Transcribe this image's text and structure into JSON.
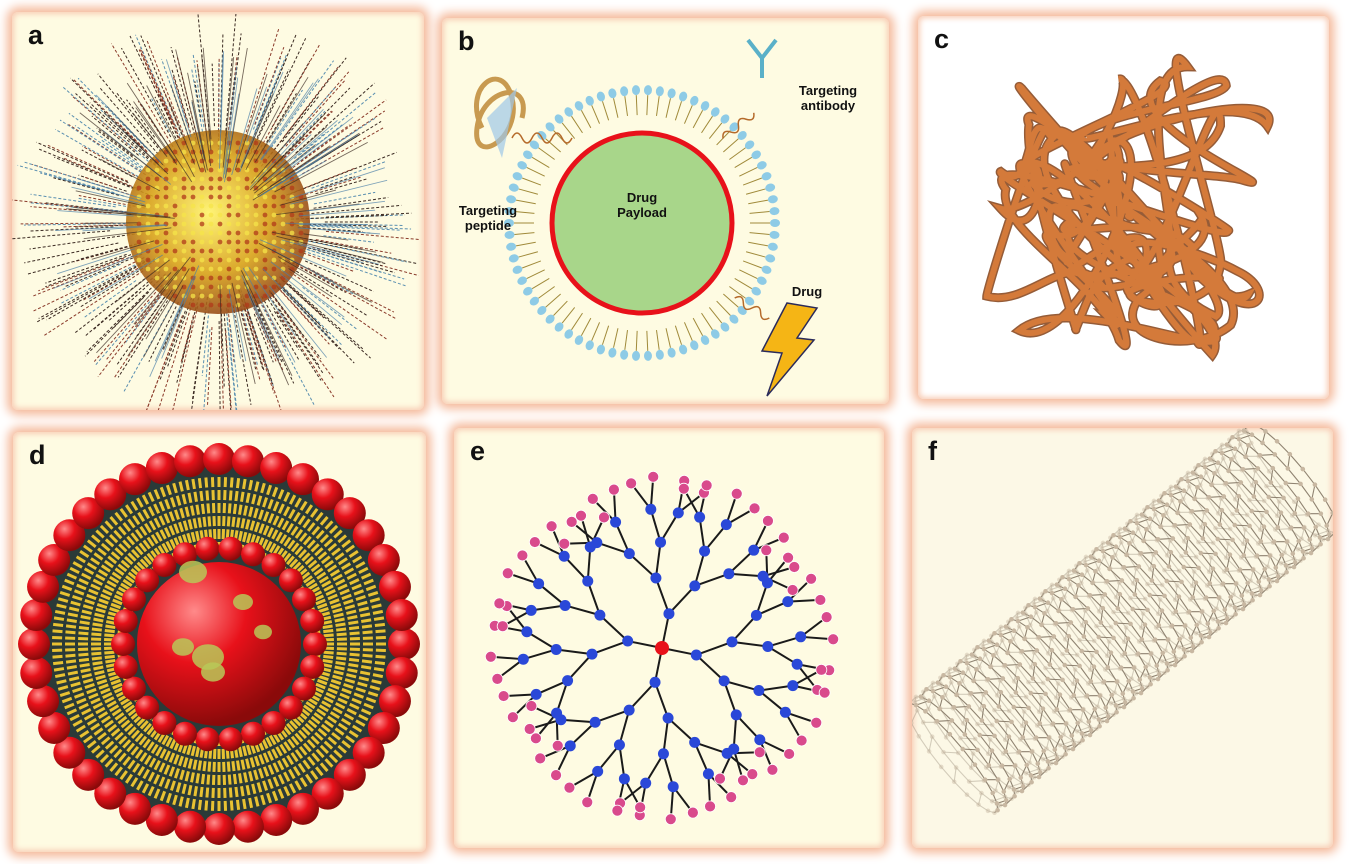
{
  "panels": [
    {
      "id": "a",
      "label": "a"
    },
    {
      "id": "b",
      "label": "b"
    },
    {
      "id": "c",
      "label": "c"
    },
    {
      "id": "d",
      "label": "d"
    },
    {
      "id": "e",
      "label": "e"
    },
    {
      "id": "f",
      "label": "f"
    }
  ],
  "liposome": {
    "drug_payload_line1": "Drug",
    "drug_payload_line2": "Payload",
    "targeting_peptide_line1": "Targeting",
    "targeting_peptide_line2": "peptide",
    "targeting_antibody_line1": "Targeting",
    "targeting_antibody_line2": "antibody",
    "drug": "Drug"
  },
  "colors": {
    "panel_border": "#f5b99a",
    "panel_fill": "#fefbe2",
    "core_red": "#e8111a",
    "payload_green": "#a8d68a",
    "lipid_blue": "#8ecbe6",
    "polymer_orange": "#d47a3a",
    "dendrimer_blue": "#2a48d8",
    "dendrimer_pink": "#d94a8c",
    "nanotube": "#8a7d6b",
    "micelle_gold": "#e8c232"
  }
}
